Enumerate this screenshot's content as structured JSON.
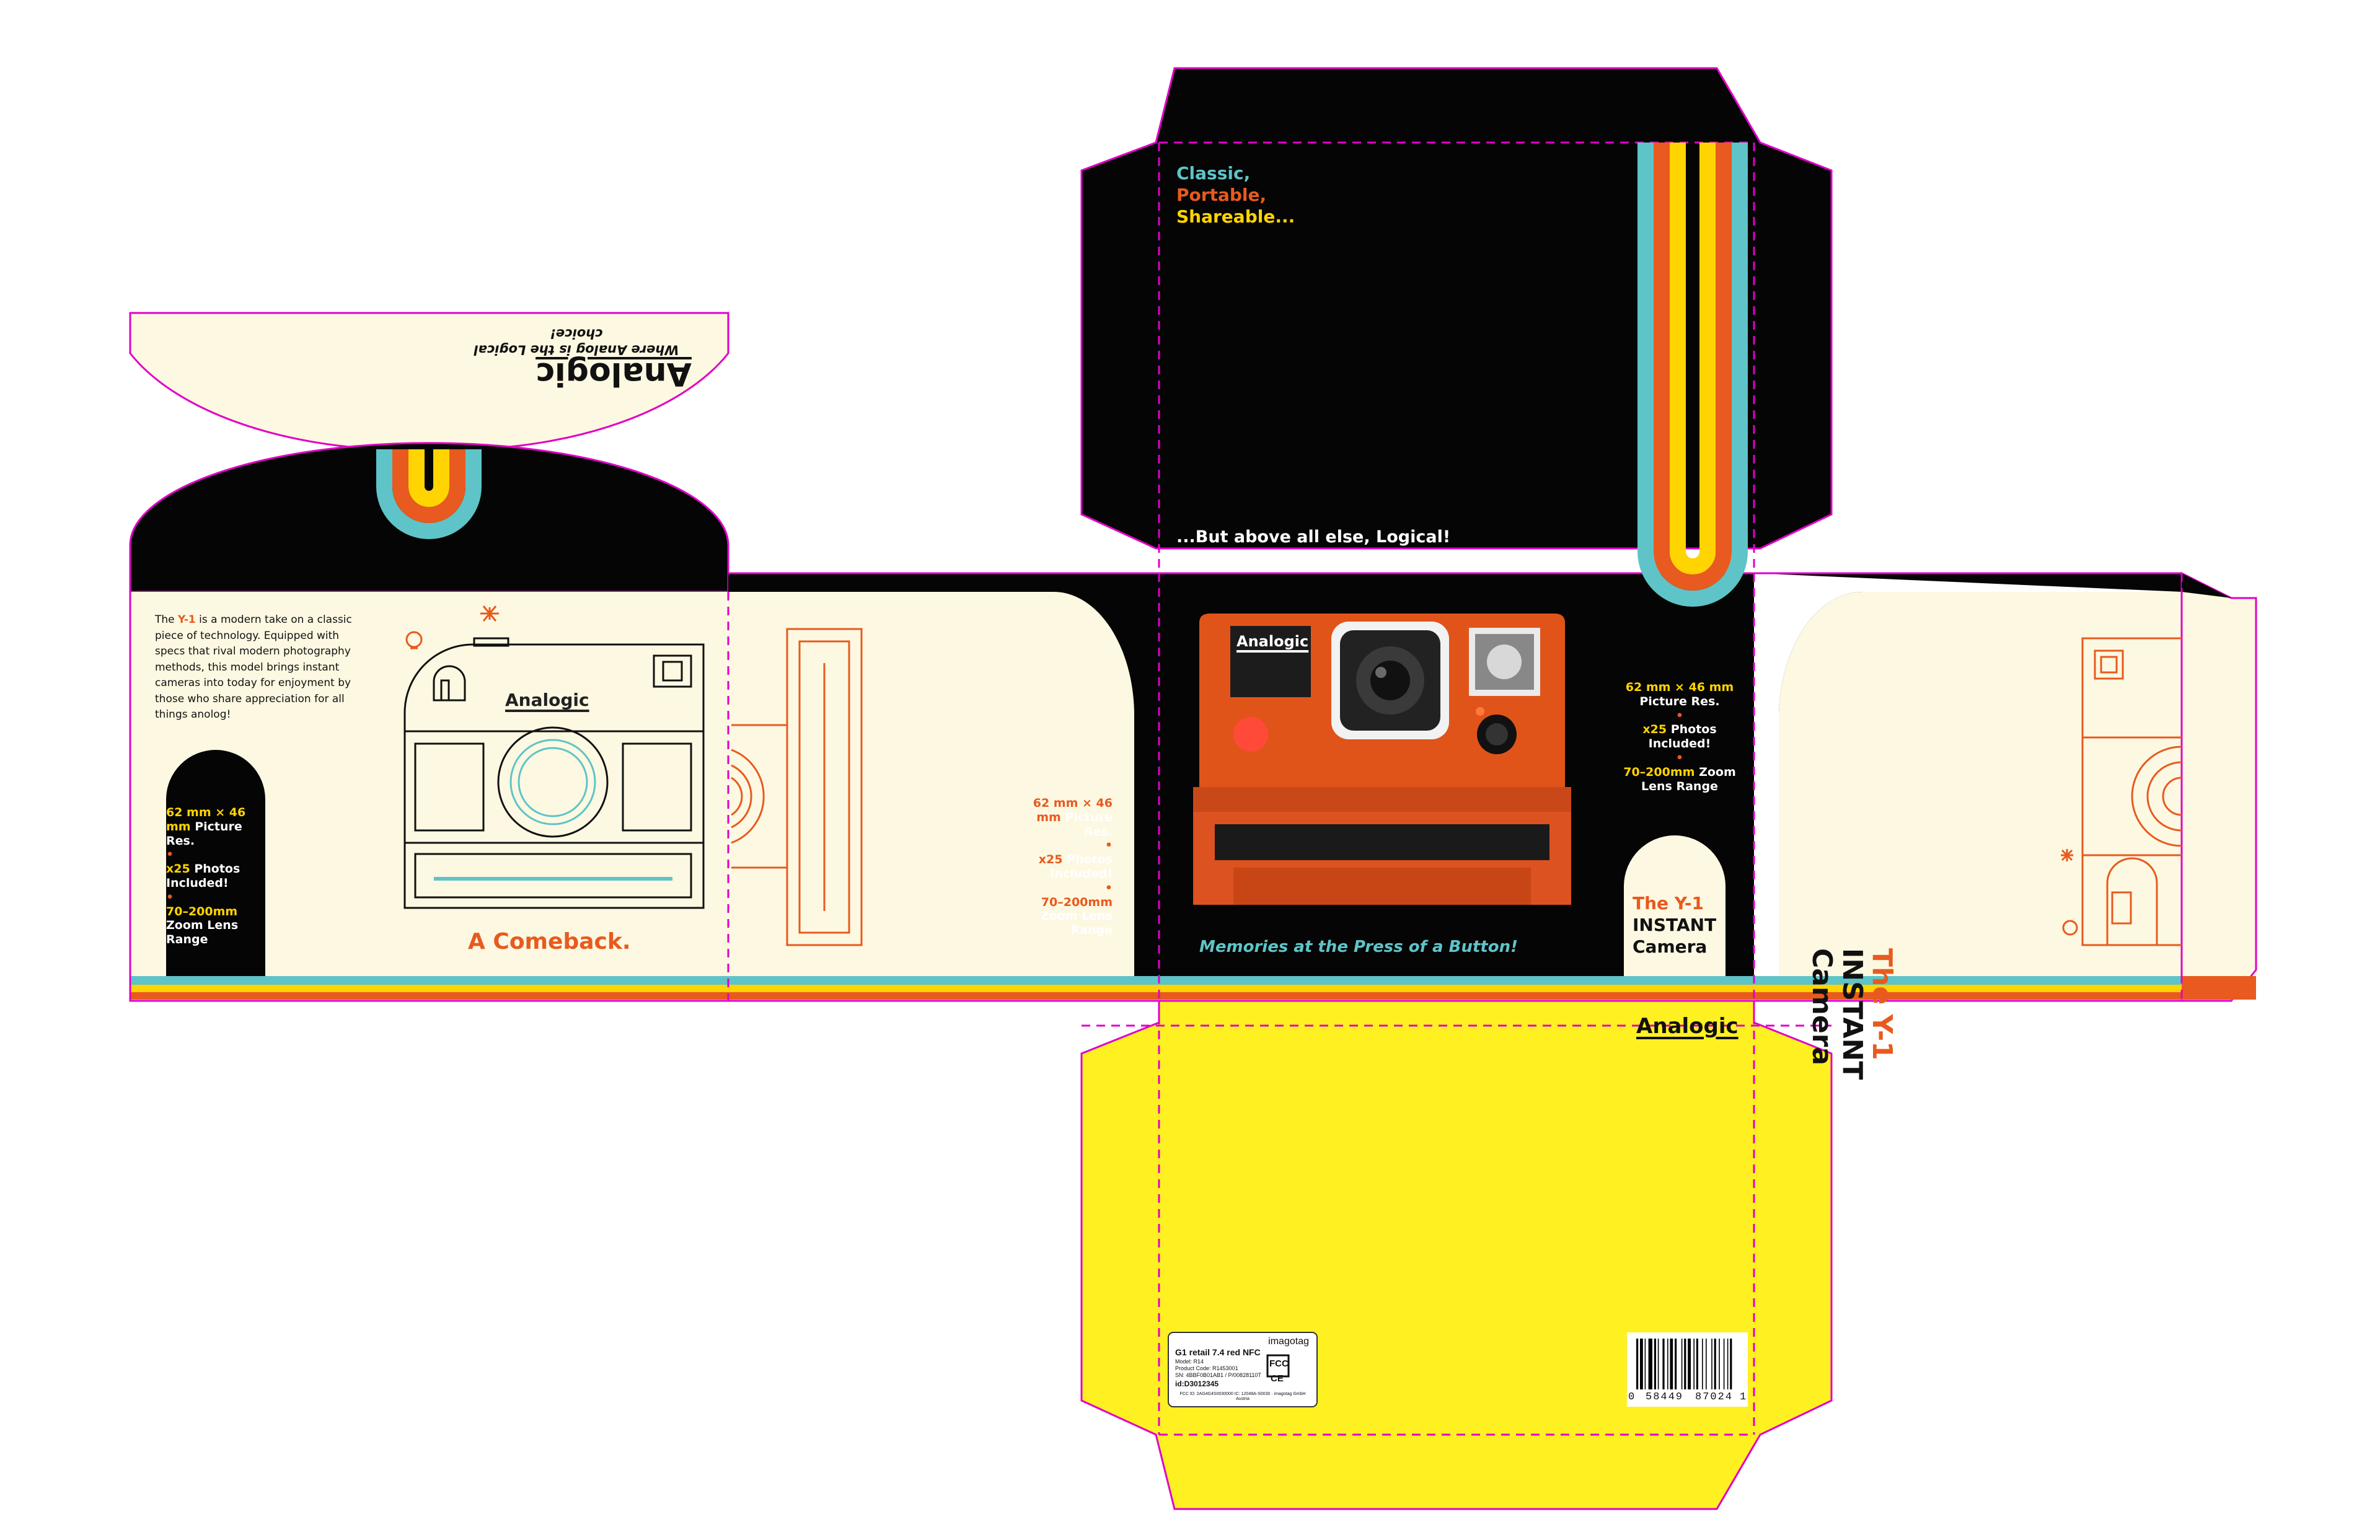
{
  "colors": {
    "black": "#050505",
    "cream": "#fdf8e1",
    "yellow": "#fff021",
    "orange": "#e85a1f",
    "teal": "#5ec4c8",
    "stripe_yellow": "#ffd400",
    "cutline": "#e000c8"
  },
  "brand": "Analogic",
  "tagline": "Where Analog is the Logical choice!",
  "top_flap": {
    "word1": "Classic,",
    "word2": "Portable,",
    "word3": "Shareable...",
    "closing": "...But above all else, Logical!"
  },
  "left_panel": {
    "intro_prefix": "The ",
    "intro_model": "Y-1",
    "intro_body": " is a modern take on a classic piece of technology. Equipped with specs that rival modern photography methods, this model brings instant cameras into today for enjoyment by those who share appreciation for all things anolog!",
    "headline": "A Comeback."
  },
  "specs": {
    "picture_size": "62 mm × 46 mm",
    "picture_label": "Picture Res.",
    "photos_count": "x25",
    "photos_label": "Photos Included!",
    "zoom_range": "70–200mm",
    "zoom_label": "Zoom Lens Range",
    "bullet": "•"
  },
  "front_panel": {
    "camera_logo": "Analogic",
    "caption": "Memories at the Press of a Button!",
    "product_the": "The Y-1",
    "product_instant": "INSTANT",
    "product_camera": "Camera"
  },
  "right_panel": {
    "title_the": "The Y-1",
    "title_instant": "INSTANT",
    "title_camera": "Camera"
  },
  "bottom_panel": {
    "brand": "Analogic",
    "label_brand": "imagotag",
    "label_line1": "G1 retail 7.4 red NFC",
    "label_line2": "Model: R14",
    "label_line3": "Product Code: R1453001",
    "label_line4": "SN: 4BBF0B01AB1 / P/00828110T",
    "label_line5": "id:D3012345",
    "label_fcc": "FCC",
    "label_ce": "CE",
    "label_footer": "FCC ID: 2AG4G4S0030000 IC: 12048A-S0030 · imagotag GmbH Austria",
    "barcode_first": "0",
    "barcode_left": "58449",
    "barcode_right": "87024",
    "barcode_last": "1"
  }
}
